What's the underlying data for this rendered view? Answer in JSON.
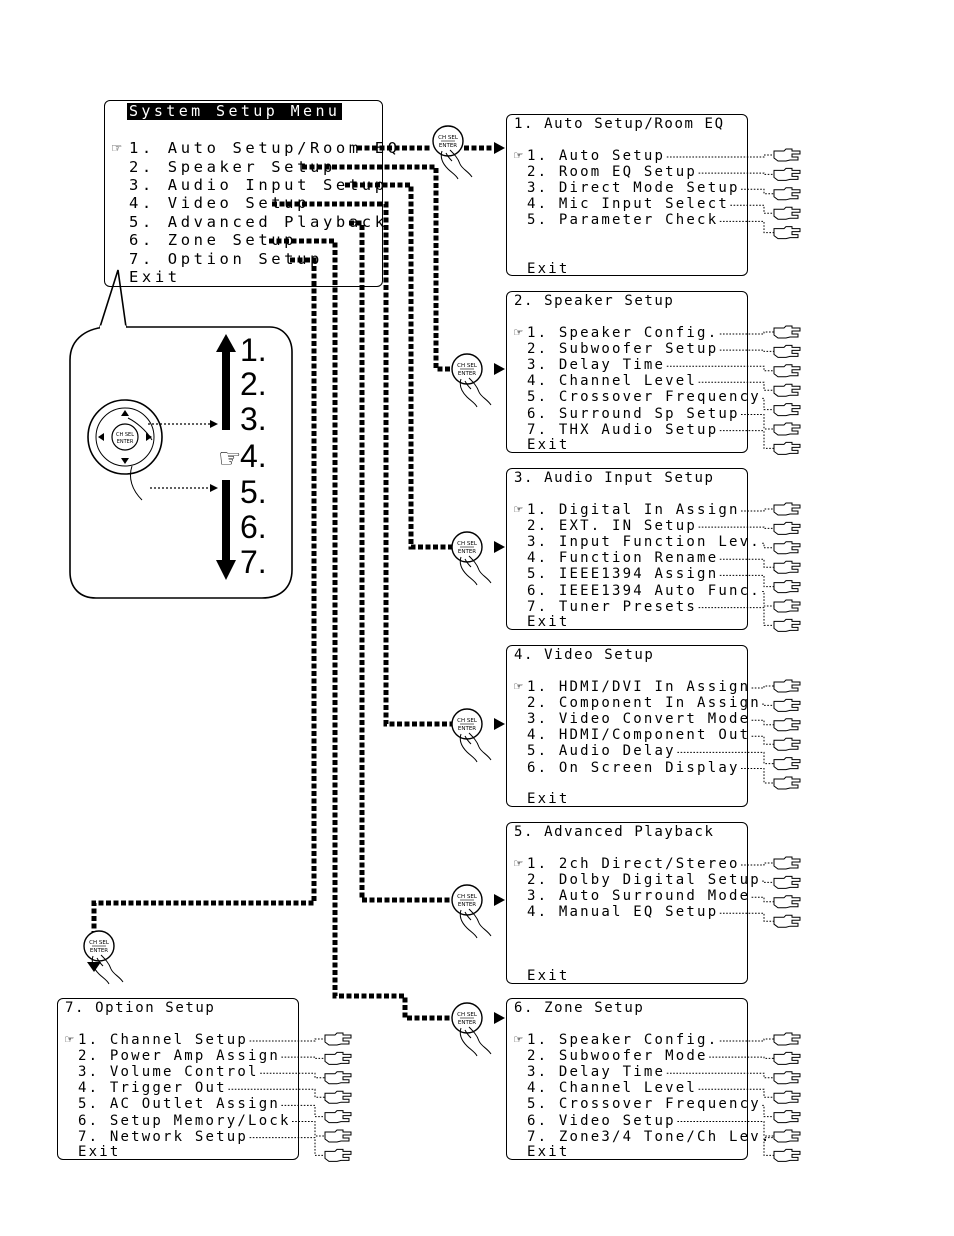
{
  "main_menu": {
    "title": "System Setup Menu",
    "cursor": "☞",
    "items": [
      "1. Auto Setup/Room EQ",
      "2. Speaker Setup",
      "3. Audio Input Setup",
      "4. Video Setup",
      "5. Advanced Playback",
      "6. Zone Setup",
      "7. Option Setup",
      "Exit"
    ]
  },
  "remote": {
    "enter_label_1": "CH SEL",
    "enter_label_2": "ENTER",
    "cursor": "☞",
    "numbers": [
      "1.",
      "2.",
      "3.",
      "4.",
      "5.",
      "6.",
      "7."
    ]
  },
  "submenus": [
    {
      "title": "1. Auto Setup/Room EQ",
      "items": [
        "1. Auto Setup",
        "2. Room EQ Setup",
        "3. Direct Mode Setup",
        "4. Mic Input Select",
        "5. Parameter Check"
      ],
      "exit": "Exit"
    },
    {
      "title": "2. Speaker Setup",
      "items": [
        "1. Speaker Config.",
        "2. Subwoofer Setup",
        "3. Delay Time",
        "4. Channel Level",
        "5. Crossover Frequency",
        "6. Surround Sp Setup",
        "7. THX Audio Setup"
      ],
      "exit": "Exit"
    },
    {
      "title": "3. Audio Input Setup",
      "items": [
        "1. Digital In Assign",
        "2. EXT. IN Setup",
        "3. Input Function Lev.",
        "4. Function Rename",
        "5. IEEE1394 Assign",
        "6. IEEE1394 Auto Func.",
        "7. Tuner Presets"
      ],
      "exit": "Exit"
    },
    {
      "title": "4. Video Setup",
      "items": [
        "1. HDMI/DVI In Assign",
        "2. Component In Assign",
        "3. Video Convert Mode",
        "4. HDMI/Component Out",
        "5. Audio Delay",
        "6. On Screen Display"
      ],
      "exit": "Exit"
    },
    {
      "title": "5. Advanced Playback",
      "items": [
        "1. 2ch Direct/Stereo",
        "2. Dolby Digital Setup",
        "3. Auto Surround Mode",
        "4. Manual EQ Setup"
      ],
      "exit": "Exit"
    },
    {
      "title": "6. Zone Setup",
      "items": [
        "1. Speaker Config.",
        "2. Subwoofer Mode",
        "3. Delay Time",
        "4. Channel Level",
        "5. Crossover Frequency",
        "6. Video Setup",
        "7. Zone3/4 Tone/Ch Lev."
      ],
      "exit": "Exit"
    },
    {
      "title": "7. Option Setup",
      "items": [
        "1. Channel Setup",
        "2. Power Amp Assign",
        "3. Volume Control",
        "4. Trigger Out",
        "5. AC Outlet Assign",
        "6. Setup Memory/Lock",
        "7. Network Setup"
      ],
      "exit": "Exit"
    }
  ],
  "colors": {
    "ink": "#000000",
    "paper": "#ffffff"
  }
}
